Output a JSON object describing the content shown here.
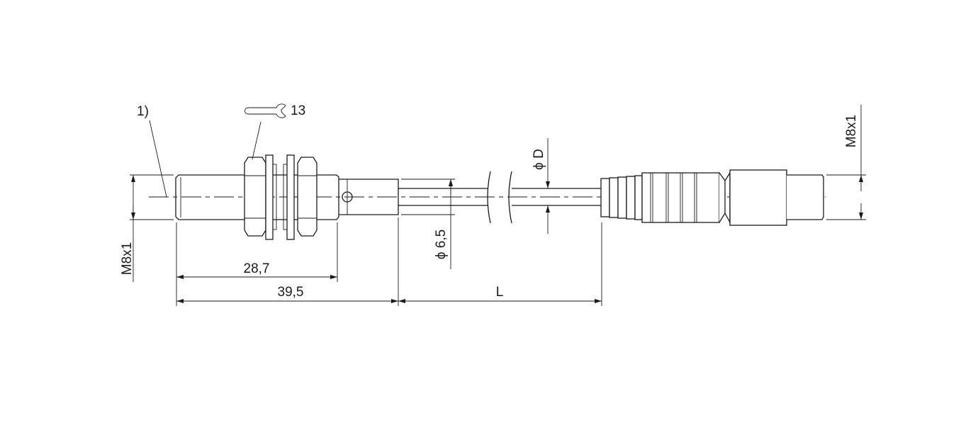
{
  "drawing": {
    "note_marker": "1)",
    "wrench_size": "13",
    "icons": [
      "wrench-icon"
    ],
    "dimensions": {
      "thread_left": "M8x1",
      "length_short": "28,7",
      "length_total": "39,5",
      "cable_length": "L",
      "cable_diameter": "6,5",
      "connector_diameter": "D",
      "thread_right": "M8x1",
      "diameter_symbol": "ϕ"
    }
  }
}
